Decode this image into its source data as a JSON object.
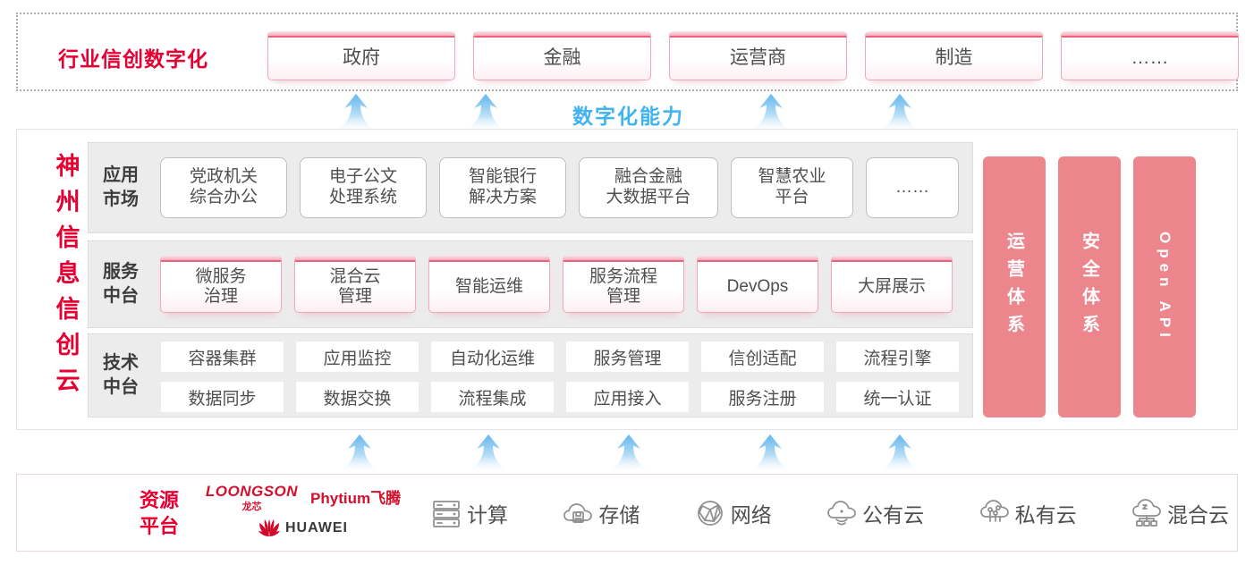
{
  "colors": {
    "accent_red": "#e60032",
    "bar_pink": "#ec858c",
    "capability_blue": "#41b4ef",
    "tab_border_pink": "#f2a6b8",
    "panel_gray": "#ececec"
  },
  "top": {
    "title": "行业信创数字化",
    "tabs": [
      "政府",
      "金融",
      "运营商",
      "制造",
      "……"
    ]
  },
  "capability": {
    "label": "数字化能力"
  },
  "main": {
    "vertical_title": "神州信息信创云",
    "rows": [
      {
        "label": "应用\n市场",
        "items": [
          "党政机关\n综合办公",
          "电子公文\n处理系统",
          "智能银行\n解决方案",
          "融合金融\n大数据平台",
          "智慧农业\n平台",
          "……"
        ]
      },
      {
        "label": "服务\n中台",
        "items": [
          "微服务\n治理",
          "混合云\n管理",
          "智能运维",
          "服务流程\n管理",
          "DevOps",
          "大屏展示"
        ]
      },
      {
        "label": "技术\n中台",
        "items_top": [
          "容器集群",
          "应用监控",
          "自动化运维",
          "服务管理",
          "信创适配",
          "流程引擎"
        ],
        "items_bottom": [
          "数据同步",
          "数据交换",
          "流程集成",
          "应用接入",
          "服务注册",
          "统一认证"
        ]
      }
    ],
    "bars": [
      "运营体系",
      "安全体系",
      "Open API"
    ]
  },
  "resource": {
    "label": "资源\n平台",
    "vendors": {
      "loongson": "LOONGSON",
      "loongson_sub": "龙芯",
      "phytium": "Phytium飞腾",
      "huawei": "HUAWEI"
    },
    "items": [
      {
        "icon": "compute-icon",
        "label": "计算"
      },
      {
        "icon": "storage-icon",
        "label": "存储"
      },
      {
        "icon": "network-icon",
        "label": "网络"
      },
      {
        "icon": "public-cloud-icon",
        "label": "公有云"
      },
      {
        "icon": "private-cloud-icon",
        "label": "私有云"
      },
      {
        "icon": "hybrid-cloud-icon",
        "label": "混合云"
      }
    ]
  }
}
